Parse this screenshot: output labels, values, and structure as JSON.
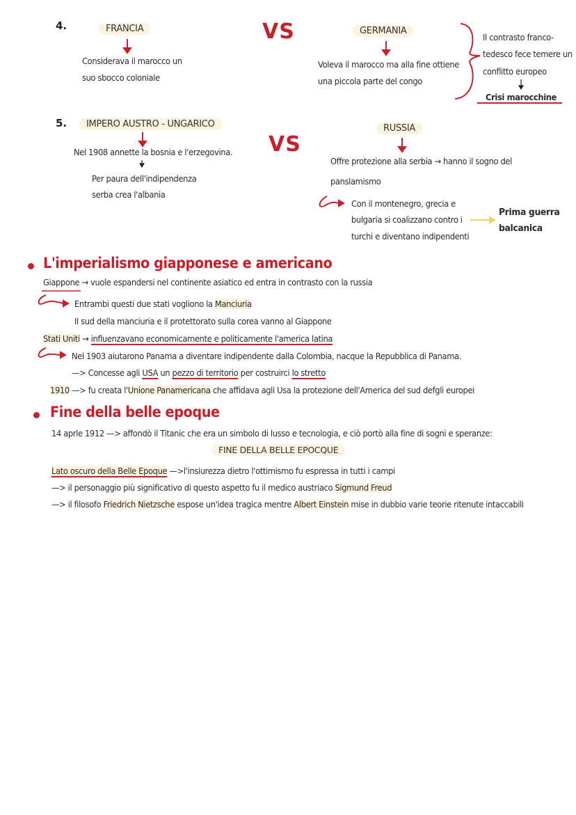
{
  "section4": {
    "number": "4.",
    "left_title": "FRANCIA",
    "left_text_1": "Considerava il marocco un",
    "left_text_2": "suo sbocco coloniale",
    "vs": "VS",
    "right_title": "GERMANIA",
    "right_text_1": "Voleva il marocco ma alla fine ottiene",
    "right_text_2": "una piccola parte del congo",
    "note_1": "Il contrasto franco-",
    "note_2": "tedesco fece temere un",
    "note_3": "conflitto europeo",
    "note_result": "Crisi marocchine"
  },
  "section5": {
    "number": "5.",
    "left_title": "IMPERO AUSTRO - UNGARICO",
    "left_text": "Nel 1908 annette la bosnia e l'erzegovina.",
    "left_sub_1": "Per paura dell'indipendenza",
    "left_sub_2": "serba crea l'albania",
    "vs": "VS",
    "right_title": "RUSSIA",
    "right_text_1": "Offre protezione alla serbia → hanno il sogno del",
    "right_text_2": "panslamismo",
    "right_sub_1": "Con il montenegro, grecia e",
    "right_sub_2": "bulgaria si coalizzano contro i",
    "right_sub_3": "turchi e diventano indipendenti",
    "result_1": "Prima guerra",
    "result_2": "balcanica"
  },
  "imperialism": {
    "heading": "L'imperialismo giapponese e americano",
    "l1_a": "Giappone",
    "l1_b": " → vuole espandersi nel continente asiatico ed entra in contrasto con la russia",
    "l2_a": "Entrambi questi due stati vogliono la ",
    "l2_b": "Manciuria",
    "l3": "Il sud della manciuria e il protettorato sulla corea vanno al Giappone",
    "l4_a": "Stati Uniti",
    "l4_b": " → ",
    "l4_c": "influenzavano economicamente e politicamente l'america latina",
    "l5": "Nel 1903 aiutarono Panama a diventare indipendente dalla Colombia, nacque la Repubblica di Panama.",
    "l6_a": "—> Concesse agli ",
    "l6_b": "USA",
    "l6_c": " un ",
    "l6_d": "pezzo di territorio",
    "l6_e": " per costruirci ",
    "l6_f": "lo stretto",
    "l7_a": "1910",
    "l7_b": " —> fu creata l'",
    "l7_c": "Unione Panamericana",
    "l7_d": " che affidava agli Usa la protezione dell'America del sud defgli europei"
  },
  "belle": {
    "heading": "Fine della belle epoque",
    "l1": "14 aprle 1912 —> affondò il Titanic che era un simbolo di lusso e tecnologia, e ciò portò alla fine di sogni e speranze:",
    "center": "FINE DELLA BELLE EPOCQUE",
    "l2_a": "Lato oscuro della Belle Epoque",
    "l2_b": " —>l'insiurezza dietro l'ottimismo fu espressa in tutti i campi",
    "l3_a": "—> il personaggio più significativo di questo aspetto fu il medico austriaco ",
    "l3_b": "Sigmund Freud",
    "l4_a": "—> il filosofo ",
    "l4_b": "Friedrich Nietzsche",
    "l4_c": " espose un'idea tragica mentre ",
    "l4_d": "Albert Einstein",
    "l4_e": " mise in dubbio varie teorie ritenute intaccabili"
  },
  "colors": {
    "accent": "#c8202a",
    "highlight": "#fbf3df",
    "arrow_yellow": "#f4d35e"
  }
}
